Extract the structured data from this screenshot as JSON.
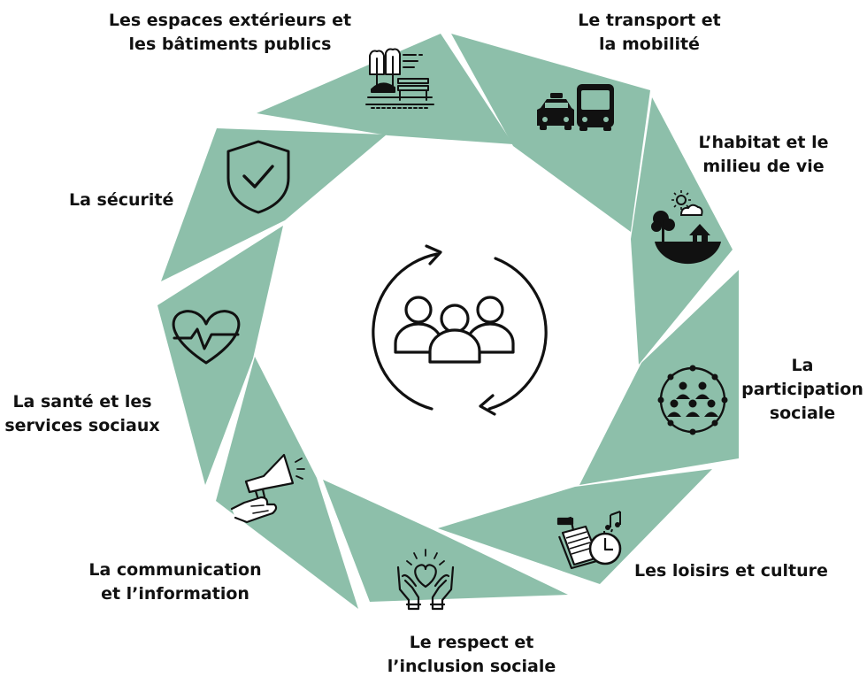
{
  "colors": {
    "segment": "#8dbfaa",
    "ink": "#111111",
    "background": "#ffffff"
  },
  "center": {
    "icon": "people-cycle-icon"
  },
  "sectors": [
    {
      "id": "transport",
      "lines": [
        "Le transport et",
        "la mobilité"
      ],
      "icon": "car-bus-icon"
    },
    {
      "id": "habitat",
      "lines": [
        "L’habitat et le",
        "milieu de vie"
      ],
      "icon": "house-landscape-icon"
    },
    {
      "id": "participation",
      "lines": [
        "La",
        "participation",
        "sociale"
      ],
      "icon": "group-network-icon"
    },
    {
      "id": "loisirs",
      "lines": [
        "Les loisirs et culture"
      ],
      "icon": "book-clock-music-icon"
    },
    {
      "id": "respect",
      "lines": [
        "Le respect et",
        "l’inclusion sociale"
      ],
      "icon": "hands-heart-icon"
    },
    {
      "id": "communication",
      "lines": [
        "La communication",
        "et l’information"
      ],
      "icon": "megaphone-icon"
    },
    {
      "id": "sante",
      "lines": [
        "La santé et les",
        "services sociaux"
      ],
      "icon": "heartbeat-icon"
    },
    {
      "id": "securite",
      "lines": [
        "La sécurité"
      ],
      "icon": "shield-check-icon"
    },
    {
      "id": "espaces",
      "lines": [
        "Les espaces extérieurs et",
        "les bâtiments publics"
      ],
      "icon": "park-bench-trees-icon"
    }
  ]
}
